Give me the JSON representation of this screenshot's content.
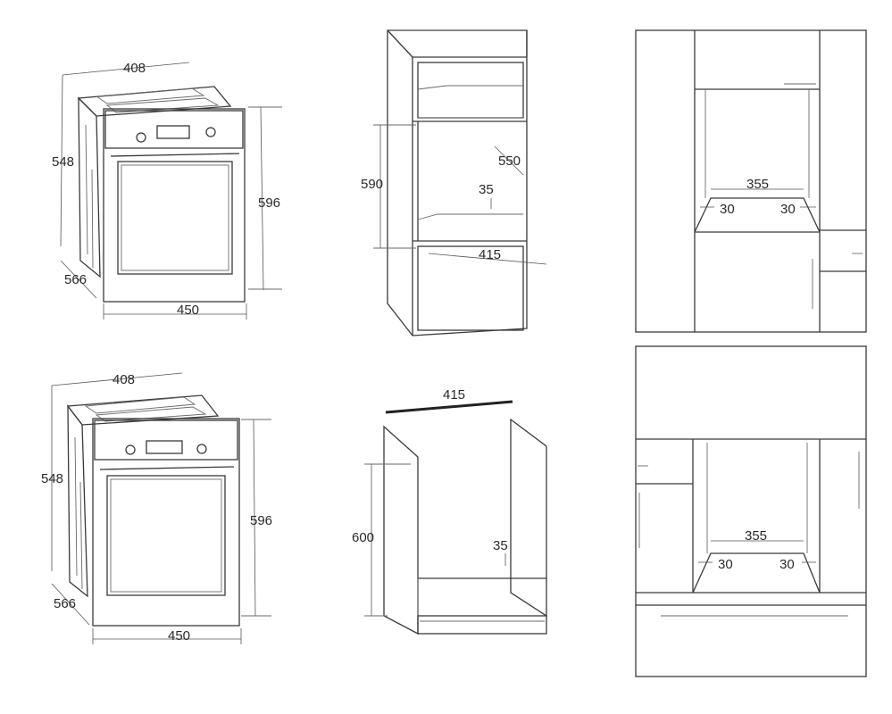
{
  "oven_top": {
    "depth_top": "408",
    "height_side": "548",
    "height_front": "596",
    "depth_bottom": "566",
    "width_front": "450"
  },
  "oven_bottom": {
    "depth_top": "408",
    "height_side": "548",
    "height_front": "596",
    "depth_bottom": "566",
    "width_front": "450"
  },
  "tall_cabinet": {
    "niche_height": "590",
    "niche_depth": "550",
    "back_gap": "35",
    "niche_width": "415"
  },
  "base_cabinet": {
    "width": "415",
    "height": "600",
    "back_gap": "35"
  },
  "front_tall": {
    "vent_width": "355",
    "left_margin": "30",
    "right_margin": "30"
  },
  "front_base": {
    "vent_width": "355",
    "left_margin": "30",
    "right_margin": "30"
  },
  "colors": {
    "line": "#3a3a3a",
    "dimension": "#555555"
  }
}
